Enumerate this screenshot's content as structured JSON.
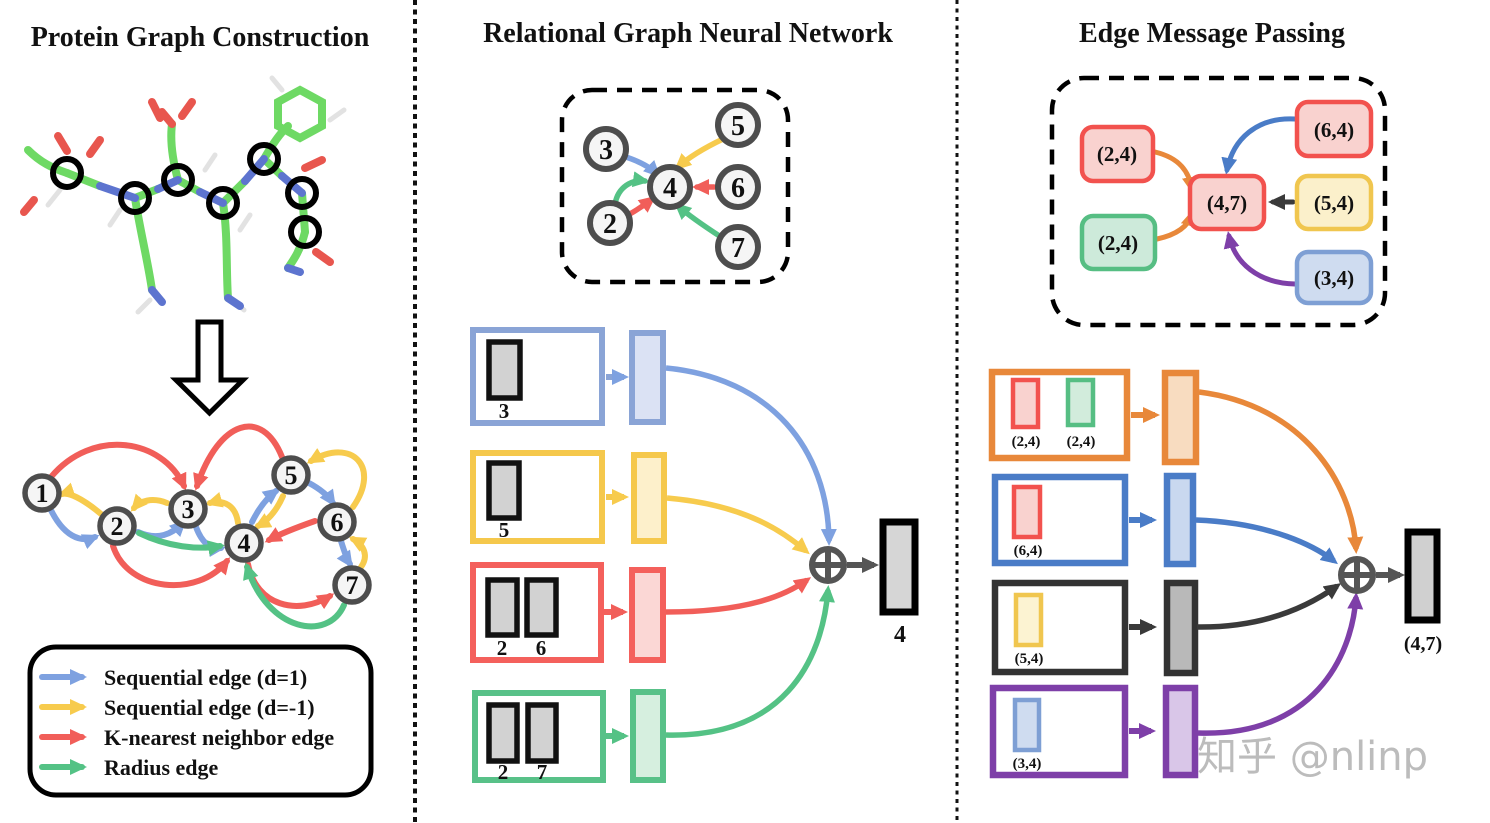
{
  "left": {
    "title": "Protein Graph Construction",
    "graph": {
      "nodes": [
        "1",
        "2",
        "3",
        "4",
        "5",
        "6",
        "7"
      ]
    },
    "legend": [
      {
        "label": "Sequential edge (d=1)",
        "color": "#7ea1e0"
      },
      {
        "label": "Sequential edge (d=-1)",
        "color": "#f7cb4d"
      },
      {
        "label": "K-nearest neighbor edge",
        "color": "#f15e59"
      },
      {
        "label": "Radius edge",
        "color": "#54c285"
      }
    ]
  },
  "middle": {
    "title": "Relational Graph Neural Network",
    "graph": {
      "nodes": [
        "3",
        "5",
        "4",
        "6",
        "2",
        "7"
      ]
    },
    "rows": [
      {
        "relation": "sequential-d1",
        "color": "#8aa4d6",
        "inputs": [
          "3"
        ]
      },
      {
        "relation": "sequential-dm1",
        "color": "#f5c84c",
        "inputs": [
          "5"
        ]
      },
      {
        "relation": "knn",
        "color": "#f4605c",
        "inputs": [
          "2",
          "6"
        ]
      },
      {
        "relation": "radius",
        "color": "#58c188",
        "inputs": [
          "2",
          "7"
        ]
      }
    ],
    "aggregator": "circled-plus",
    "output": "4"
  },
  "right": {
    "title": "Edge Message Passing",
    "graph": {
      "nodes": [
        "(2,4)",
        "(2,4)",
        "(4,7)",
        "(6,4)",
        "(5,4)",
        "(3,4)"
      ]
    },
    "rows": [
      {
        "color": "#e8883a",
        "inputs": [
          "(2,4)",
          "(2,4)"
        ]
      },
      {
        "color": "#4a7cc7",
        "inputs": [
          "(6,4)"
        ]
      },
      {
        "color": "#3a3a3a",
        "inputs": [
          "(5,4)"
        ]
      },
      {
        "color": "#7e3fa8",
        "inputs": [
          "(3,4)"
        ]
      }
    ],
    "aggregator": "circled-plus",
    "output": "(4,7)"
  },
  "watermark": {
    "text": "知乎 @nlinp"
  },
  "colors": {
    "sequential_d1": "#7ea1e0",
    "sequential_dm1": "#f7cb4d",
    "knn": "#f15e59",
    "radius": "#54c285",
    "orange": "#e8883a",
    "blue_strong": "#4a7cc7",
    "black_edge": "#3a3a3a",
    "purple": "#7e3fa8",
    "node_ring": "#4d4d4d",
    "pink_fill": "#f9d2cf",
    "green_fill": "#cdeada",
    "yellow_fill": "#fbf0cb",
    "blue_fill": "#cfdcf0"
  }
}
